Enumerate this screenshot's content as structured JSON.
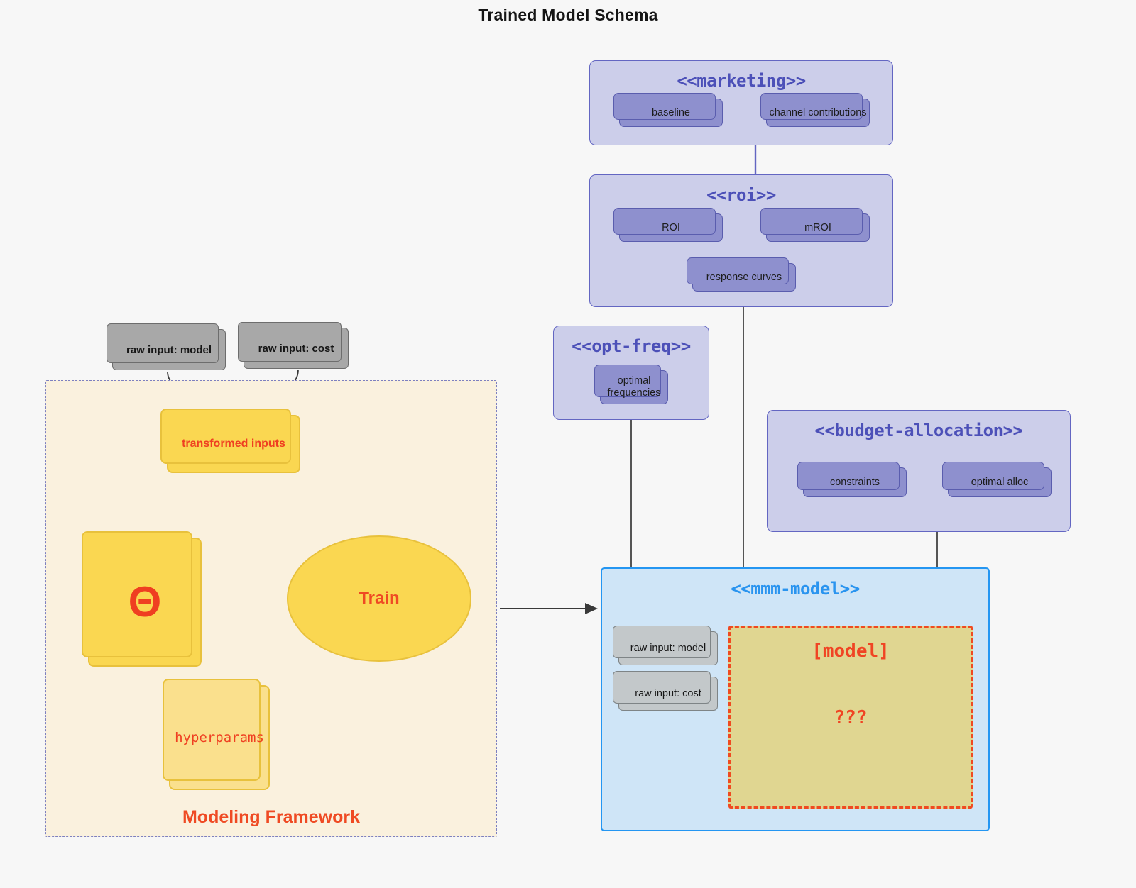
{
  "title": "Trained Model Schema",
  "packages": {
    "marketing": {
      "title": "<<marketing>>",
      "nodes": [
        {
          "label": "baseline"
        },
        {
          "label": "channel contributions"
        }
      ]
    },
    "roi": {
      "title": "<<roi>>",
      "nodes": [
        {
          "label": "ROI"
        },
        {
          "label": "mROI"
        },
        {
          "label": "response curves"
        }
      ]
    },
    "opt_freq": {
      "title": "<<opt-freq>>",
      "nodes": [
        {
          "label": "optimal frequencies"
        }
      ]
    },
    "budget_allocation": {
      "title": "<<budget-allocation>>",
      "nodes": [
        {
          "label": "constraints"
        },
        {
          "label": "optimal alloc"
        }
      ]
    },
    "mmm_model": {
      "title": "<<mmm-model>>",
      "raw_inputs": [
        {
          "label": "raw input: model"
        },
        {
          "label": "raw input: cost"
        }
      ],
      "model_box": {
        "label": "[model]",
        "unknown": "???"
      }
    }
  },
  "framework": {
    "label": "Modeling Framework",
    "raw_inputs": [
      {
        "label": "raw input: model"
      },
      {
        "label": "raw input: cost"
      }
    ],
    "transformed_inputs": "transformed inputs",
    "theta": "Θ",
    "hyperparams": "hyperparams",
    "train": "Train"
  },
  "colors": {
    "package_fill": "#ccceea",
    "package_border": "#6366c2",
    "node_fill": "#8e90ce",
    "node_border": "#5a5dae",
    "package_title": "#4c50b8",
    "framework_fill": "#faf1de",
    "framework_border": "#7d80c0",
    "yellow_fill": "#fad751",
    "yellow_pale_fill": "#fae08d",
    "yellow_border": "#e8c13c",
    "accent_red": "#ef4a23",
    "mmm_fill": "#cfe5f7",
    "mmm_border": "#2496f2",
    "mmm_title": "#2a94ef",
    "model_box_fill": "#e0d691",
    "model_box_border": "#f04a21",
    "gray_fill": "#a8a8a8",
    "gray_light_fill": "#c3c8ca",
    "connector": "#555555",
    "page_bg": "#f7f7f7"
  }
}
